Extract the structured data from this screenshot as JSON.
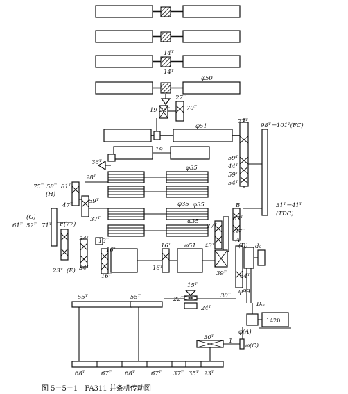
{
  "figure": {
    "caption": "图 5－5－1　FA311 并条机传动图"
  },
  "labels": {
    "g27": "27ᵀ",
    "g70": "70ᵀ",
    "g19a": "19",
    "g28a": "28ᵀ",
    "g19b": "19",
    "g14a": "14ᵀ",
    "g14b": "14ᵀ",
    "d50": "φ50",
    "d51a": "φ51",
    "g77": "77ᵀ",
    "g98_101": "98ᵀ－101ᵀ(FC)",
    "g59a": "59ᵀ",
    "g44": "44ᵀ",
    "g59b": "59ᵀ",
    "g54": "54ᵀ",
    "g36": "36ᵀ",
    "g28b": "28ᵀ",
    "d35a": "φ35",
    "g75": "75ᵀ",
    "g58": "58ᵀ",
    "g81": "81ᵀ",
    "H": "(H)",
    "g47": "47ᵀ",
    "g59c": "59ᵀ",
    "d35b": "φ35",
    "G": "(G)",
    "g61": "61ᵀ",
    "g52": "52ᵀ",
    "g71": "71ᵀ",
    "F77": "F(77)",
    "g37a": "37ᵀ",
    "d35c": "φ35",
    "B": "B",
    "g67a": "67ᵀ",
    "g31_41": "31ᵀ－41ᵀ",
    "TDC": "(TDC)",
    "d35d": "φ35",
    "A": "A",
    "g27b": "27ᵀ",
    "g37b": "37ᵀ",
    "g34a": "34ᵀ",
    "g13": "13ᵀ",
    "g16a": "16ᵀ",
    "g16b": "16ᵀ",
    "d51b": "φ51",
    "g43": "43ᵀ",
    "D": "(D)",
    "d0": "d₀",
    "g23a": "23ᵀ",
    "E": "(E)",
    "g34b": "34ᵀ",
    "g16c": "16ᵀ",
    "g16d": "16ᵀ",
    "g39": "39ᵀ",
    "g64": "64ᵀ",
    "g15": "15ᵀ",
    "g55a": "55ᵀ",
    "g55b": "55ᵀ",
    "g22": "22ᵀ",
    "g30a": "30ᵀ",
    "g24": "24ᵀ",
    "d99": "φ99",
    "Dm": "Dₘ",
    "motor": "1420",
    "pA": "φ(A)",
    "g30b": "30ᵀ",
    "one": "1",
    "pC": "φ(C)",
    "g68a": "68ᵀ",
    "g67b": "67ᵀ",
    "g68b": "68ᵀ",
    "g67c": "67ᵀ",
    "g37c": "37ᵀ",
    "g35": "35ᵀ",
    "g23b": "23ᵀ"
  }
}
